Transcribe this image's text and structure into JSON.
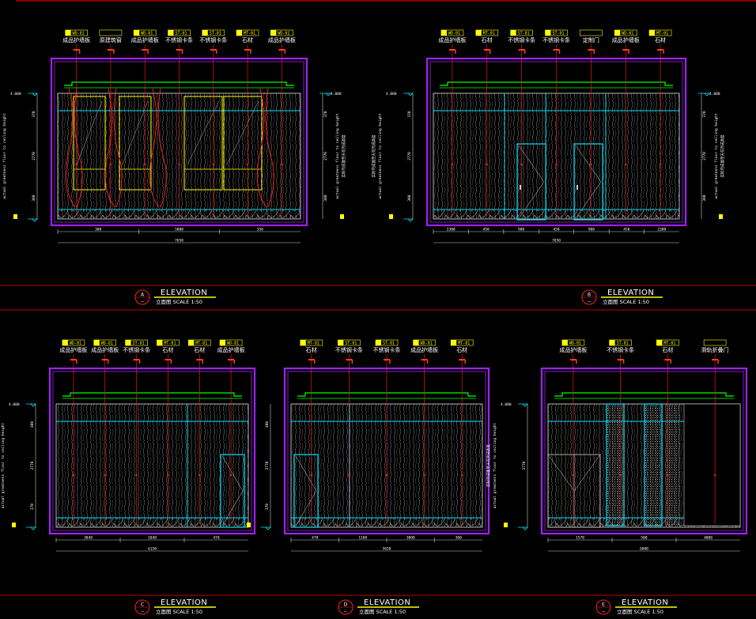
{
  "colors": {
    "background": "#000000",
    "frame": "#a020f0",
    "wall_line": "#ffffff",
    "cyan": "#00e5ff",
    "green": "#00ff00",
    "yellow": "#ffff00",
    "red": "#ff2020",
    "red_bar": "#ff3b1f",
    "title_rule": "#ff0000",
    "pattern": "#8a8a8a"
  },
  "top_rule_label": "",
  "elevations": [
    {
      "id": "A",
      "title": "ELEVATION",
      "subtitle": "立面图  SCALE 1:50",
      "circle_top": "A",
      "circle_bottom": "--",
      "level_left": "4.000",
      "level_right": "4.000",
      "side_text_1": "actual greatness floor to ceiling height",
      "side_text_2": "实际完成面至天花完成高度",
      "labels": [
        {
          "text": "成品护墙板",
          "code": "WD-01"
        },
        {
          "text": "原建筑窗",
          "code": ""
        },
        {
          "text": "成品护墙板",
          "code": "WD-01"
        },
        {
          "text": "不锈钢卡条",
          "code": "ST-01"
        },
        {
          "text": "不锈钢卡条",
          "code": "ST-01"
        },
        {
          "text": "石材",
          "code": "MT-01"
        },
        {
          "text": "成品护墙板",
          "code": "WD-01"
        }
      ],
      "dims_bottom": [
        "300",
        "5000",
        "350"
      ],
      "dim_total": "7650",
      "dims_left": [
        "370",
        "2770",
        "300"
      ],
      "dims_right": [
        "370",
        "2770",
        "300"
      ]
    },
    {
      "id": "B",
      "title": "ELEVATION",
      "subtitle": "立面图  SCALE 1:50",
      "circle_top": "B",
      "circle_bottom": "--",
      "level_left": "4.000",
      "level_right": "4.000",
      "side_text_1": "actual greatness floor to ceiling height",
      "side_text_2": "实际完成面至天花完成高度",
      "labels": [
        {
          "text": "成品护墙板",
          "code": "WD-01"
        },
        {
          "text": "石材",
          "code": "MT-01"
        },
        {
          "text": "不锈钢卡条",
          "code": "ST-01"
        },
        {
          "text": "不锈钢卡条",
          "code": "ST-01"
        },
        {
          "text": "定制门",
          "code": ""
        },
        {
          "text": "成品护墙板",
          "code": "WD-01"
        },
        {
          "text": "石材",
          "code": "MT-01"
        }
      ],
      "dims_bottom": [
        "2300",
        "450",
        "900",
        "450",
        "900",
        "450",
        "2300"
      ],
      "dim_total": "7650",
      "dims_left": [
        "370",
        "2770",
        "300"
      ],
      "dims_right": [
        "370",
        "2770",
        "300"
      ]
    },
    {
      "id": "C",
      "title": "ELEVATION",
      "subtitle": "立面图  SCALE 1:50",
      "circle_top": "C",
      "circle_bottom": "--",
      "level_left": "4.000",
      "side_text_1": "actual greatness floor to ceiling height",
      "side_text_2": "实际完成面至天花完成高度",
      "labels": [
        {
          "text": "成品护墙板",
          "code": "WD-01"
        },
        {
          "text": "成品护墙板",
          "code": "WD-01"
        },
        {
          "text": "不锈钢卡条",
          "code": "ST-01"
        },
        {
          "text": "石材",
          "code": "MT-01"
        },
        {
          "text": "石材",
          "code": "MT-01"
        },
        {
          "text": "成品护墙板",
          "code": "WD-01"
        }
      ],
      "dims_bottom": [
        "3840",
        "1040",
        "470"
      ],
      "dim_total": "6150",
      "dims_left": [
        "300",
        "2770",
        "370"
      ]
    },
    {
      "id": "D",
      "title": "ELEVATION",
      "subtitle": "立面图  SCALE 1:50",
      "circle_top": "D",
      "circle_bottom": "--",
      "side_text_1": "",
      "side_text_2": "",
      "labels": [
        {
          "text": "石材",
          "code": "MT-01"
        },
        {
          "text": "不锈钢卡条",
          "code": "ST-01"
        },
        {
          "text": "不锈钢卡条",
          "code": "ST-01"
        },
        {
          "text": "成品护墙板",
          "code": "WD-01"
        },
        {
          "text": "石材",
          "code": "MT-01"
        }
      ],
      "dims_bottom": [
        "470",
        "1100",
        "3000",
        "300"
      ],
      "dim_total": "5650",
      "dims_left": [
        "300",
        "2770",
        "370"
      ]
    },
    {
      "id": "E",
      "title": "ELEVATION",
      "subtitle": "立面图  SCALE 1:50",
      "circle_top": "E",
      "circle_bottom": "--",
      "level_left": "4.000",
      "side_text_1": "actual greatness floor to ceiling height",
      "side_text_2": "实际完成面至天花完成高度",
      "labels": [
        {
          "text": "成品护墙板",
          "code": "WD-01"
        },
        {
          "text": "不锈钢卡条",
          "code": "ST-01"
        },
        {
          "text": "石材",
          "code": "MT-01"
        },
        {
          "text": "滑轨折叠门",
          "code": ""
        }
      ],
      "dims_bottom": [
        "1570",
        "500",
        "4000"
      ],
      "dim_total": "6000",
      "dims_left": [
        "2770"
      ]
    }
  ]
}
